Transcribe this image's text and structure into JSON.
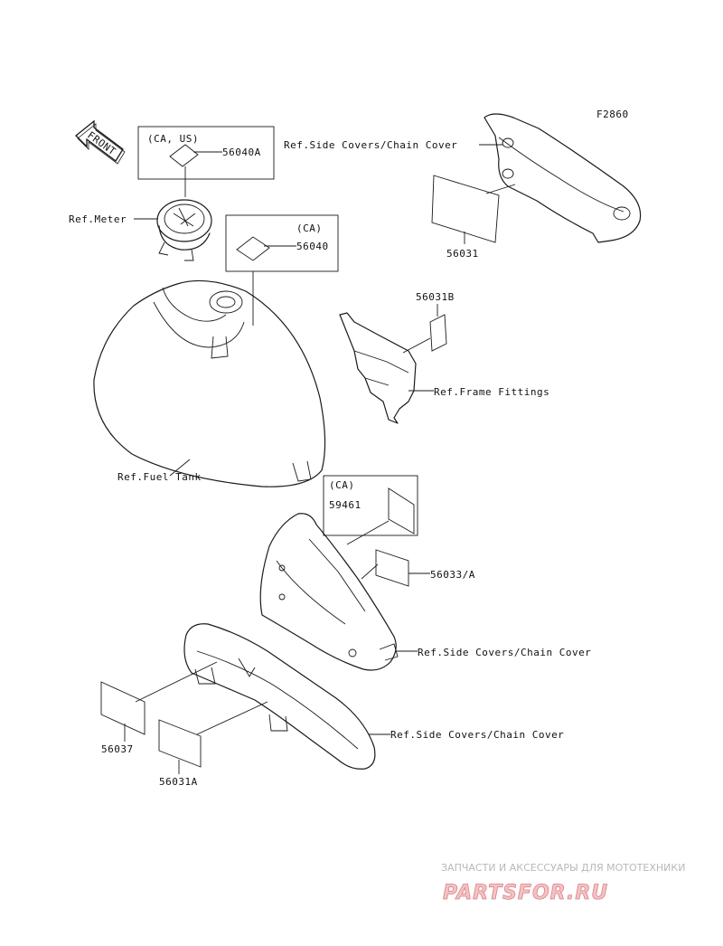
{
  "diagram": {
    "figure_code": "F2860",
    "front_arrow_text": "FRONT",
    "boxes": [
      {
        "region": "CA, US",
        "region_text": "(CA, US)",
        "part": "56040A"
      },
      {
        "region": "CA",
        "region_text": "(CA)",
        "part": "56040"
      },
      {
        "region": "CA",
        "region_text": "(CA)",
        "part": "59461"
      }
    ],
    "labels": {
      "ref_meter": "Ref.Meter",
      "ref_side_cover_top": "Ref.Side Covers/Chain Cover",
      "part_56031": "56031",
      "part_56031b": "56031B",
      "ref_frame_fittings": "Ref.Frame Fittings",
      "ref_fuel_tank": "Ref.Fuel Tank",
      "part_56033a": "56033/A",
      "ref_side_cover_mid": "Ref.Side Covers/Chain Cover",
      "ref_side_cover_low": "Ref.Side Covers/Chain Cover",
      "part_56037": "56037",
      "part_56031a": "56031A"
    }
  },
  "watermark": {
    "tagline": "ЗАПЧАСТИ И АКСЕССУАРЫ ДЛЯ МОТОТЕХНИКИ",
    "brand": "PARTSFOR.RU"
  }
}
